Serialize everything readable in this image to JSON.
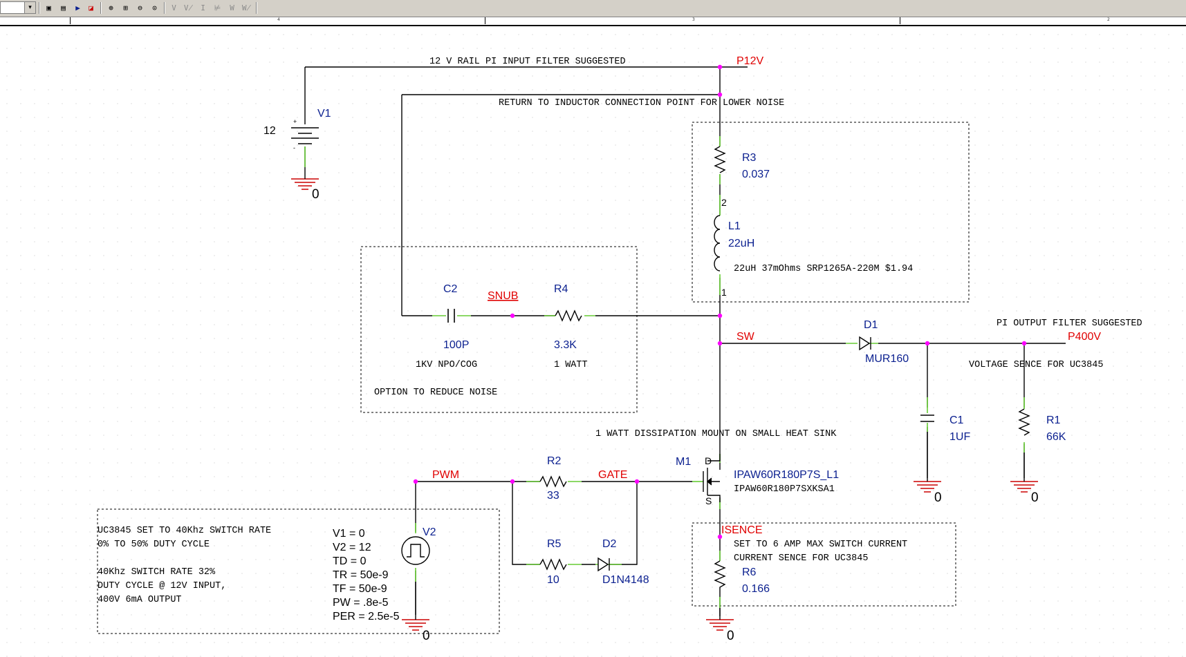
{
  "toolbar": {
    "combo_arrow": "▾",
    "icons": [
      "new-page-icon",
      "hierarchy-icon",
      "run-simulation-icon",
      "view-simulation-icon",
      "zoom-in-icon",
      "zoom-area-icon",
      "zoom-out-icon",
      "zoom-fit-icon",
      "voltage-marker-icon",
      "voltage-differential-marker-icon",
      "current-marker-icon",
      "power-dissipation-marker-icon",
      "wattage-marker-icon",
      "bias-display-icon"
    ]
  },
  "ruler": {
    "labels": [
      "4",
      "3",
      "2"
    ]
  },
  "notes": {
    "rail_filter": "12 V RAIL PI INPUT FILTER SUGGESTED",
    "return_point": "RETURN TO INDUCTOR CONNECTION POINT FOR LOWER NOISE",
    "inductor_desc": "22uH 37mOhms SRP1265A-220M $1.94",
    "c2_rating": "1KV NPO/COG",
    "r4_rating": "1 WATT",
    "noise_option": "OPTION TO REDUCE NOISE",
    "output_filter": "PI OUTPUT FILTER SUGGESTED",
    "voltage_sense": "VOLTAGE SENCE FOR UC3845",
    "heat_sink": "1 WATT DISSIPATION MOUNT ON SMALL HEAT SINK",
    "m1_part": "IPAW60R180P7SXKSA1",
    "isense_1": "SET TO 6 AMP MAX SWITCH CURRENT",
    "isense_2": "CURRENT SENCE FOR UC3845",
    "uc_1": "UC3845 SET TO 40Khz SWITCH RATE",
    "uc_2": "0% TO 50% DUTY CYCLE",
    "uc_3": "40Khz SWITCH RATE 32%",
    "uc_4": "DUTY CYCLE @ 12V INPUT,",
    "uc_5": "400V 6mA OUTPUT"
  },
  "nets": {
    "p12v": "P12V",
    "snub": "SNUB",
    "sw": "SW",
    "p400v": "P400V",
    "pwm": "PWM",
    "gate": "GATE",
    "isence": "ISENCE"
  },
  "parts": {
    "v1": {
      "ref": "V1",
      "value": "12",
      "plus": "+",
      "minus": "-"
    },
    "r3": {
      "ref": "R3",
      "value": "0.037"
    },
    "l1": {
      "ref": "L1",
      "value": "22uH",
      "pin2": "2",
      "pin1": "1"
    },
    "c2": {
      "ref": "C2",
      "value": "100P"
    },
    "r4": {
      "ref": "R4",
      "value": "3.3K"
    },
    "d1": {
      "ref": "D1",
      "value": "MUR160"
    },
    "c1": {
      "ref": "C1",
      "value": "1UF"
    },
    "r1": {
      "ref": "R1",
      "value": "66K"
    },
    "m1": {
      "ref": "M1",
      "value": "IPAW60R180P7S_L1",
      "d": "D",
      "s": "S"
    },
    "r2": {
      "ref": "R2",
      "value": "33"
    },
    "r5": {
      "ref": "R5",
      "value": "10"
    },
    "d2": {
      "ref": "D2",
      "value": "D1N4148"
    },
    "r6": {
      "ref": "R6",
      "value": "0.166"
    },
    "v2": {
      "ref": "V2",
      "params": [
        "V1 = 0",
        "V2 = 12",
        "TD = 0",
        "TR = 50e-9",
        "TF = 50e-9",
        "PW = .8e-5",
        "PER = 2.5e-5"
      ]
    }
  },
  "ground_label": "0",
  "colors": {
    "wire": "#000000",
    "pin": "#66cc33",
    "ground": "#cc0000",
    "junction": "#ff00ff",
    "part_text": "#0a1f8f",
    "net_text": "#e00000"
  }
}
